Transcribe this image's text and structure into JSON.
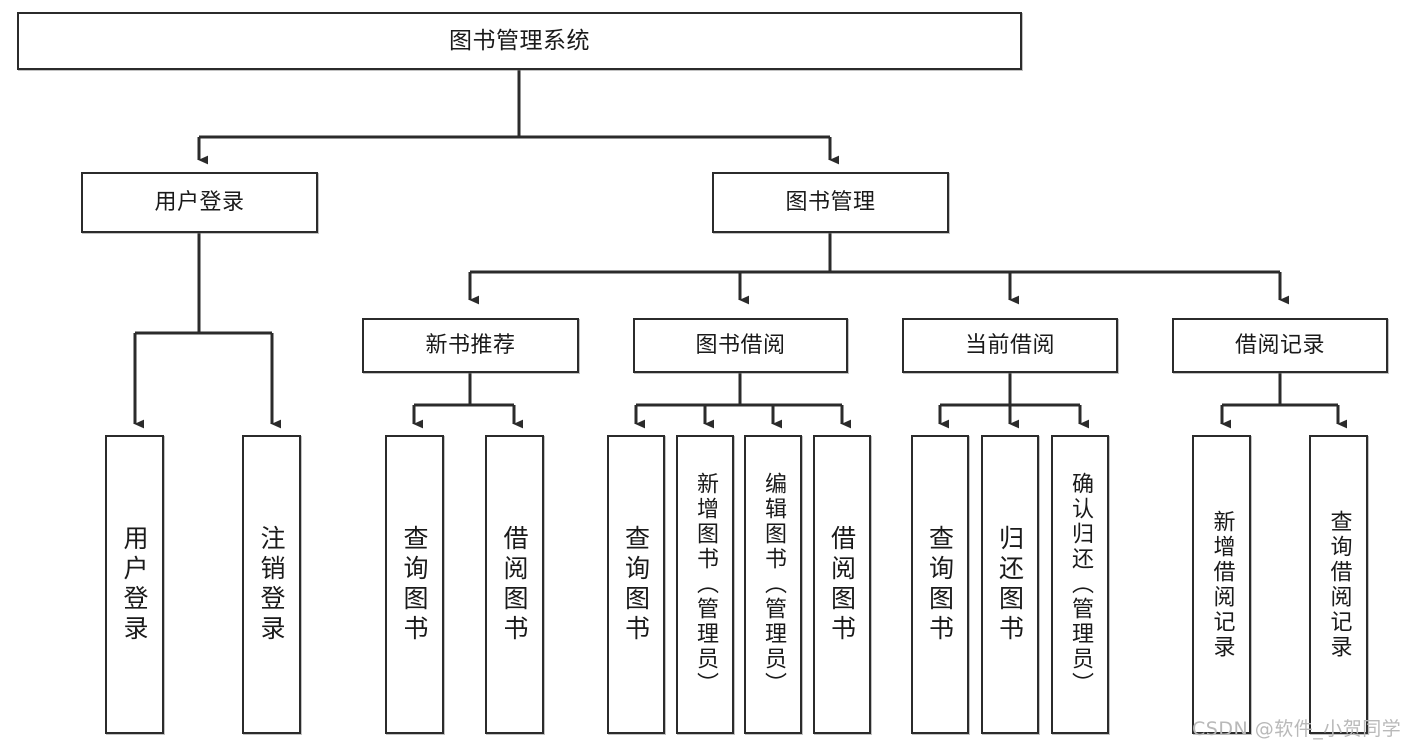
{
  "diagram": {
    "title": "图书管理系统",
    "type": "tree-hierarchy-chart",
    "watermark": "CSDN @软件_小贺同学",
    "colors": {
      "stroke": "#2b2b2b",
      "fill": "#ffffff",
      "text": "#1a1a1a",
      "watermark": "#b9b9b9"
    },
    "nodes": {
      "root": {
        "label": "图书管理系统"
      },
      "level2": [
        {
          "id": "user-login",
          "label": "用户登录"
        },
        {
          "id": "book-manage",
          "label": "图书管理"
        }
      ],
      "level3": [
        {
          "id": "new-book-recommend",
          "label": "新书推荐"
        },
        {
          "id": "book-borrow",
          "label": "图书借阅"
        },
        {
          "id": "current-borrow",
          "label": "当前借阅"
        },
        {
          "id": "borrow-record",
          "label": "借阅记录"
        }
      ],
      "leaves": {
        "user_login": [
          {
            "id": "leaf-user-login",
            "label": "用户登录"
          },
          {
            "id": "leaf-logout-login",
            "label": "注销登录"
          }
        ],
        "new_book_recommend": [
          {
            "id": "leaf-query-book-1",
            "label": "查询图书"
          },
          {
            "id": "leaf-borrow-book-1",
            "label": "借阅图书"
          }
        ],
        "book_borrow": [
          {
            "id": "leaf-query-book-2",
            "label": "查询图书"
          },
          {
            "id": "leaf-add-book",
            "label": "新增图书（管理员）"
          },
          {
            "id": "leaf-edit-book",
            "label": "编辑图书（管理员）"
          },
          {
            "id": "leaf-borrow-book-2",
            "label": "借阅图书"
          }
        ],
        "current_borrow": [
          {
            "id": "leaf-query-book-3",
            "label": "查询图书"
          },
          {
            "id": "leaf-return-book",
            "label": "归还图书"
          },
          {
            "id": "leaf-confirm-return",
            "label": "确认归还（管理员）"
          }
        ],
        "borrow_record": [
          {
            "id": "leaf-add-record",
            "label": "新增借阅记录"
          },
          {
            "id": "leaf-query-record",
            "label": "查询借阅记录"
          }
        ]
      }
    }
  }
}
